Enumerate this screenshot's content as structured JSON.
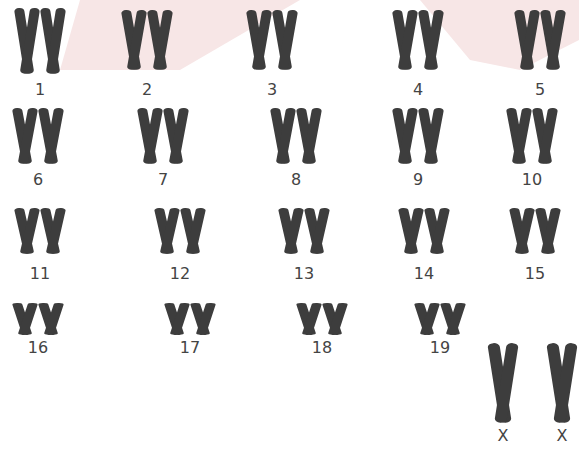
{
  "diagram": {
    "labels": [
      "1",
      "2",
      "3",
      "4",
      "5",
      "6",
      "7",
      "8",
      "9",
      "10",
      "11",
      "12",
      "13",
      "14",
      "15",
      "16",
      "17",
      "18",
      "19",
      "X",
      "X"
    ]
  }
}
